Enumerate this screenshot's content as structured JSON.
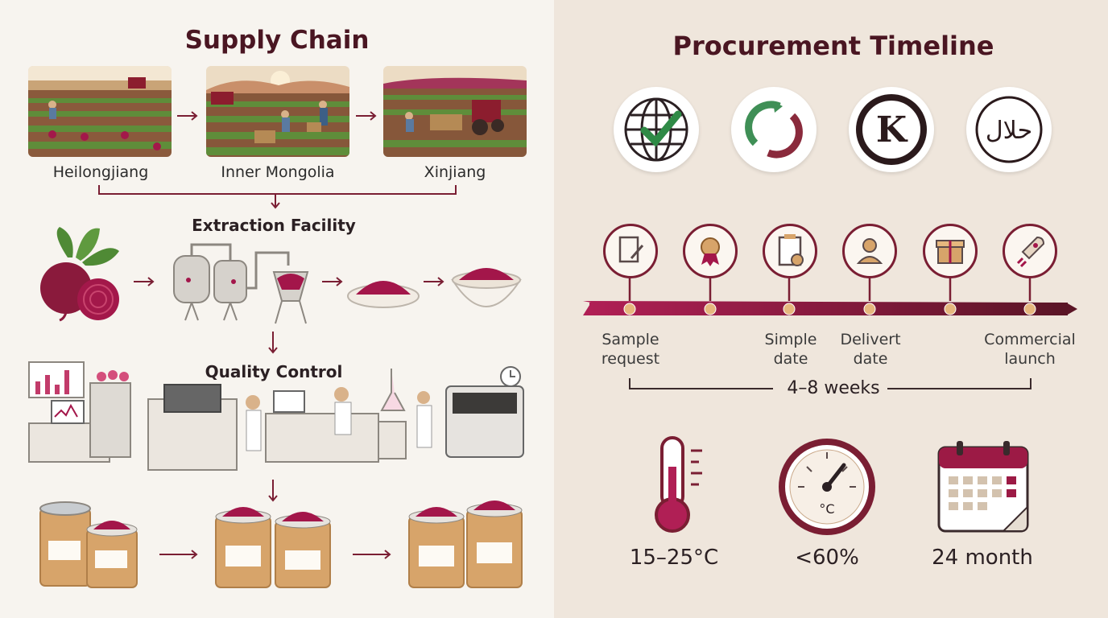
{
  "supply_chain": {
    "title": "Supply Chain",
    "regions": [
      "Heilongjiang",
      "Inner Mongolia",
      "Xinjiang"
    ],
    "extraction_label": "Extraction Facility",
    "quality_label": "Quality Control"
  },
  "procurement": {
    "title": "Procurement Timeline",
    "certifications": [
      "globe-check-icon",
      "circular-arrows-icon",
      "kosher-k-icon",
      "halal-icon"
    ],
    "halal_text": "حلال",
    "kosher_text": "K",
    "milestones": [
      {
        "label": "Sample\nrequest",
        "icon": "document-pen-icon"
      },
      {
        "label": "",
        "icon": "certificate-ribbon-icon"
      },
      {
        "label": "Simple\ndate",
        "icon": "clipboard-check-icon"
      },
      {
        "label": "Delivert\ndate",
        "icon": "person-icon"
      },
      {
        "label": "",
        "icon": "gift-box-icon"
      },
      {
        "label": "Commercial\nlaunch",
        "icon": "rocket-icon"
      }
    ],
    "duration": "4–8 weeks",
    "storage": [
      {
        "value": "15–25°C",
        "icon": "thermometer-icon"
      },
      {
        "value": "<60%",
        "icon": "gauge-icon",
        "dial_unit": "°C"
      },
      {
        "value": "24 month",
        "icon": "calendar-icon"
      }
    ]
  },
  "colors": {
    "accent": "#7a1e33",
    "beet": "#9c1a45",
    "powder": "#a3164a",
    "tan": "#d7a46a"
  }
}
